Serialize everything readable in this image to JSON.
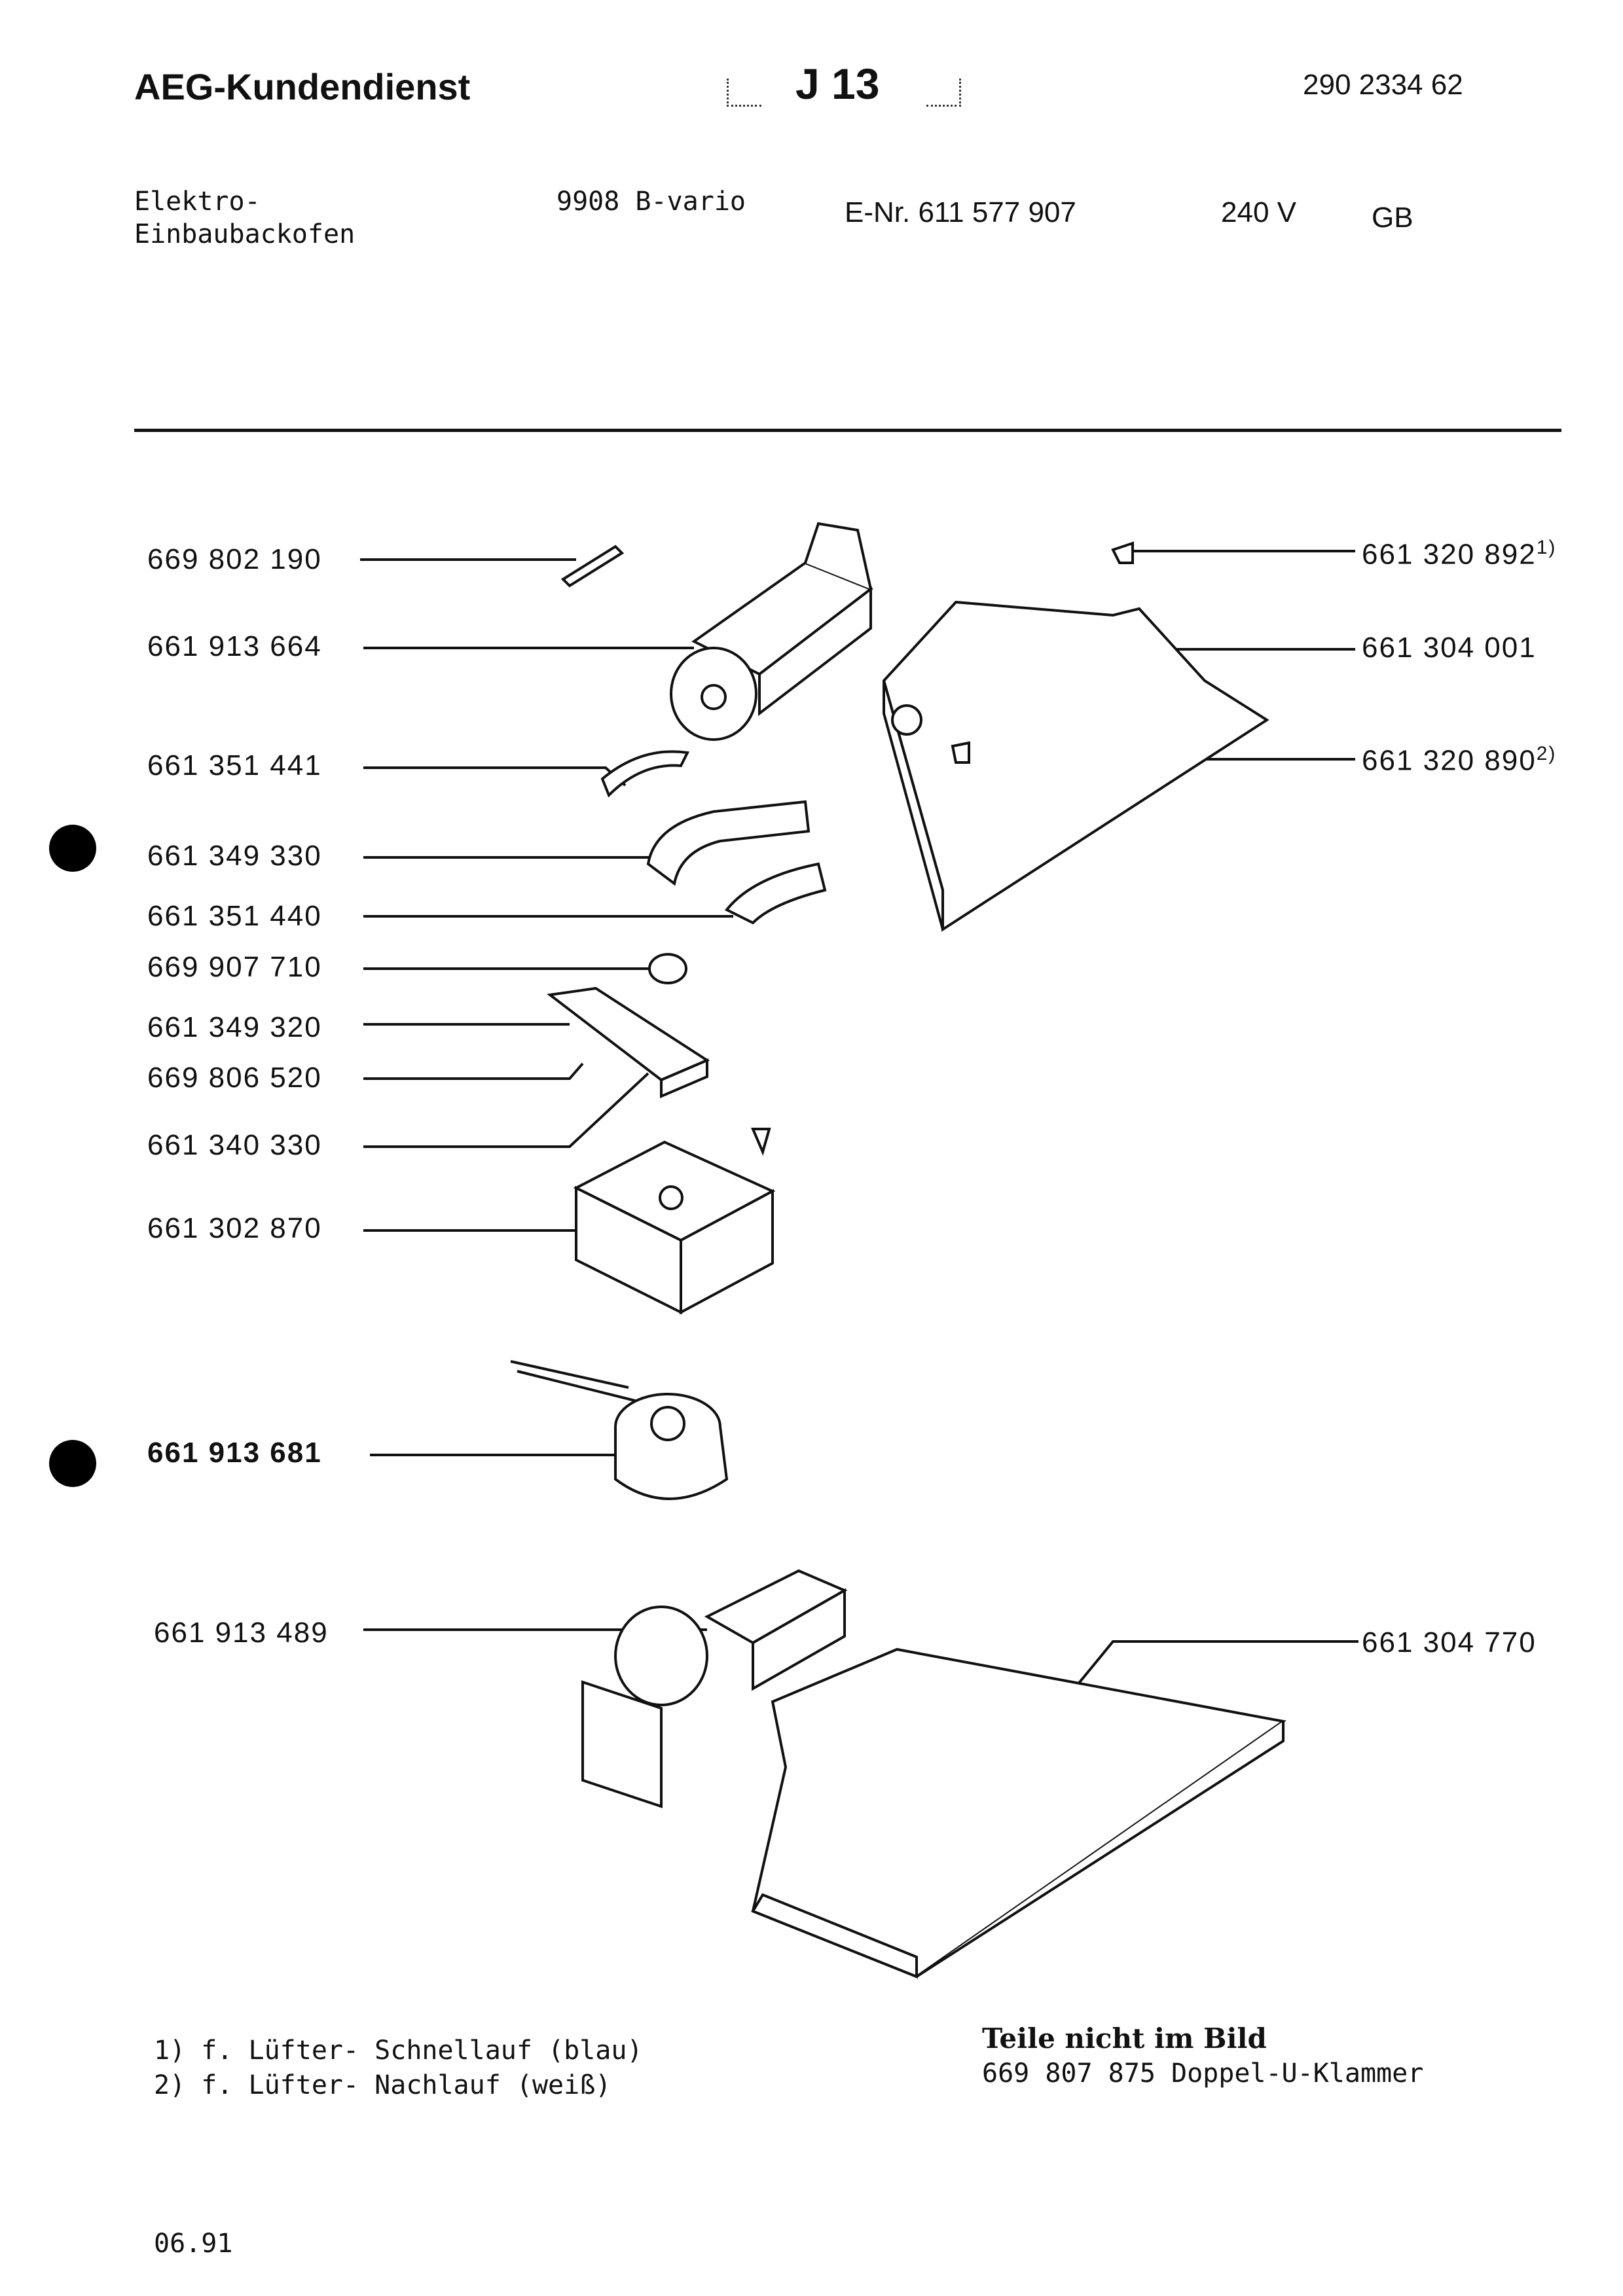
{
  "header": {
    "brand": "AEG-Kundendienst",
    "code": "J 13",
    "doc_number": "290 2334 62"
  },
  "product": {
    "type_line1": "Elektro-",
    "type_line2": "Einbaubackofen",
    "model": "9908 B-vario",
    "enr": "E-Nr. 611 577 907",
    "voltage": "240 V",
    "country": "GB"
  },
  "parts_left": [
    {
      "number": "669 802 190"
    },
    {
      "number": "661 913 664"
    },
    {
      "number": "661 351 441"
    },
    {
      "number": "661 349 330"
    },
    {
      "number": "661 351 440"
    },
    {
      "number": "669 907 710"
    },
    {
      "number": "661 349 320"
    },
    {
      "number": "669 806 520"
    },
    {
      "number": "661 340 330"
    },
    {
      "number": "661 302 870"
    },
    {
      "number": "661 913 681"
    },
    {
      "number": "661 913 489"
    }
  ],
  "parts_right": [
    {
      "number": "661 320 892",
      "note": "1)"
    },
    {
      "number": "661 304 001",
      "note": ""
    },
    {
      "number": "661 320 890",
      "note": "2)"
    },
    {
      "number": "661 304 770",
      "note": ""
    }
  ],
  "footnotes": {
    "line1": "1) f. Lüfter- Schnellauf (blau)",
    "line2": "2) f. Lüfter- Nachlauf (weiß)"
  },
  "not_pictured": {
    "title": "Teile nicht im Bild",
    "item": "669 807 875 Doppel-U-Klammer"
  },
  "date": "06.91"
}
